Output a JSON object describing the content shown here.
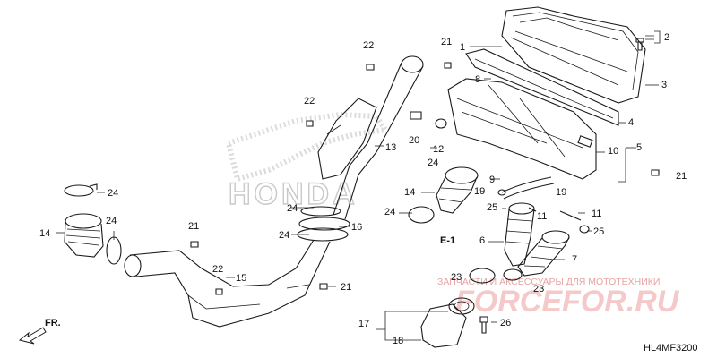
{
  "diagram": {
    "code": "HL4MF3200",
    "watermark_brand": "HONDA",
    "watermark_site_top": "ЗАПЧАСТИ И АКСЕССУАРЫ ДЛЯ МОТОТЕХНИКИ",
    "watermark_site_logo": "FORCEFOR.RU",
    "front_label": "FR.",
    "section_ref": "E-1",
    "colors": {
      "line": "#1a1a1a",
      "watermark_red": "#e8a0a0",
      "watermark_gray": "#d0d0d0"
    }
  },
  "callouts": {
    "c1": "1",
    "c2": "2",
    "c3": "3",
    "c4": "4",
    "c5": "5",
    "c6": "6",
    "c7": "7",
    "c8": "8",
    "c9": "9",
    "c10": "10",
    "c11a": "11",
    "c11b": "11",
    "c12": "12",
    "c13": "13",
    "c14a": "14",
    "c14b": "14",
    "c15": "15",
    "c16": "16",
    "c17": "17",
    "c18": "18",
    "c19a": "19",
    "c19b": "19",
    "c20": "20",
    "c21a": "21",
    "c21b": "21",
    "c21c": "21",
    "c21d": "21",
    "c22a": "22",
    "c22b": "22",
    "c22c": "22",
    "c23a": "23",
    "c23b": "23",
    "c24a": "24",
    "c24b": "24",
    "c24c": "24",
    "c24d": "24",
    "c24e": "24",
    "c25a": "25",
    "c25b": "25",
    "c26": "26"
  }
}
